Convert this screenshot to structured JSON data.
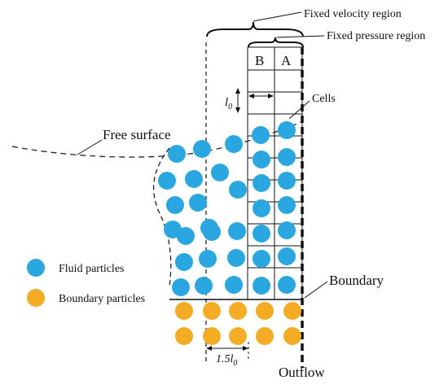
{
  "labels": {
    "fixed_velocity_region": "Fixed velocity region",
    "fixed_pressure_region": "Fixed pressure region",
    "column_b": "B",
    "column_a": "A",
    "cells": "Cells",
    "free_surface": "Free surface",
    "boundary": "Boundary",
    "outflow": "Outflow"
  },
  "legend": {
    "fluid": "Fluid particles",
    "boundary": "Boundary particles"
  },
  "colors": {
    "fluid": "#2aa7e0",
    "boundary": "#f3ac24",
    "line": "#111111"
  }
}
